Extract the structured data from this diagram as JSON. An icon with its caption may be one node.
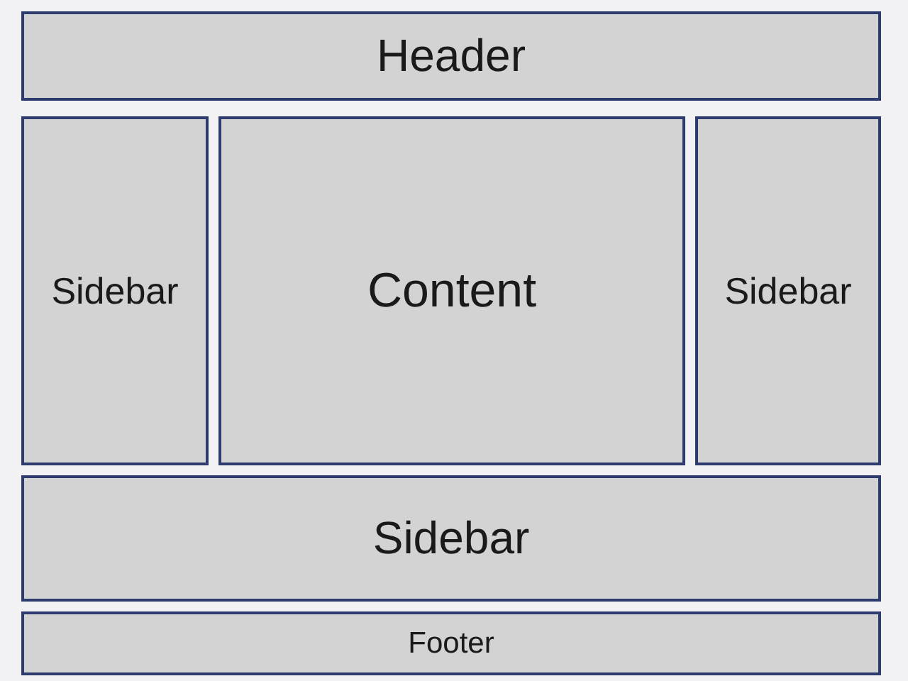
{
  "diagram": {
    "nodes": [
      {
        "text": [
          "Header"
        ]
      },
      {
        "text": [
          "Sidebar"
        ]
      },
      {
        "text": [
          "Content"
        ]
      },
      {
        "text": [
          "Sidebar"
        ]
      },
      {
        "text": [
          "Sidebar"
        ]
      },
      {
        "text": [
          "Footer"
        ]
      }
    ]
  }
}
